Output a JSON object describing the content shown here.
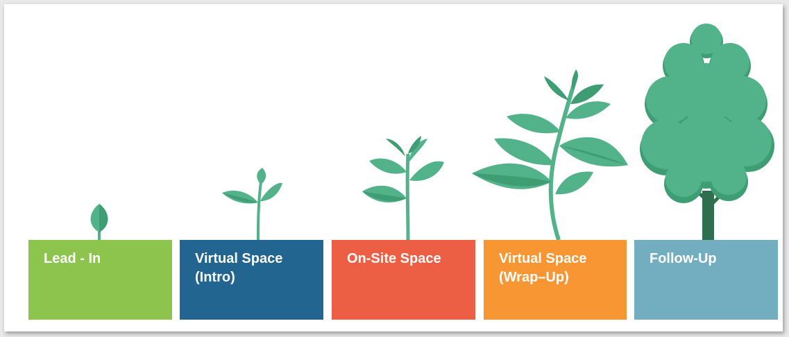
{
  "stages": [
    {
      "label": "Lead - In",
      "color": "#8dc44e"
    },
    {
      "label": "Virtual Space\n(Intro)",
      "color": "#226590"
    },
    {
      "label": "On-Site Space",
      "color": "#ed5f45"
    },
    {
      "label": "Virtual Space\n(Wrap–Up)",
      "color": "#f79633"
    },
    {
      "label": "Follow-Up",
      "color": "#72aec0"
    }
  ],
  "colors": {
    "leaf": "#52b38a",
    "leaf_dark": "#3f9d74",
    "trunk": "#2f6e4f"
  }
}
